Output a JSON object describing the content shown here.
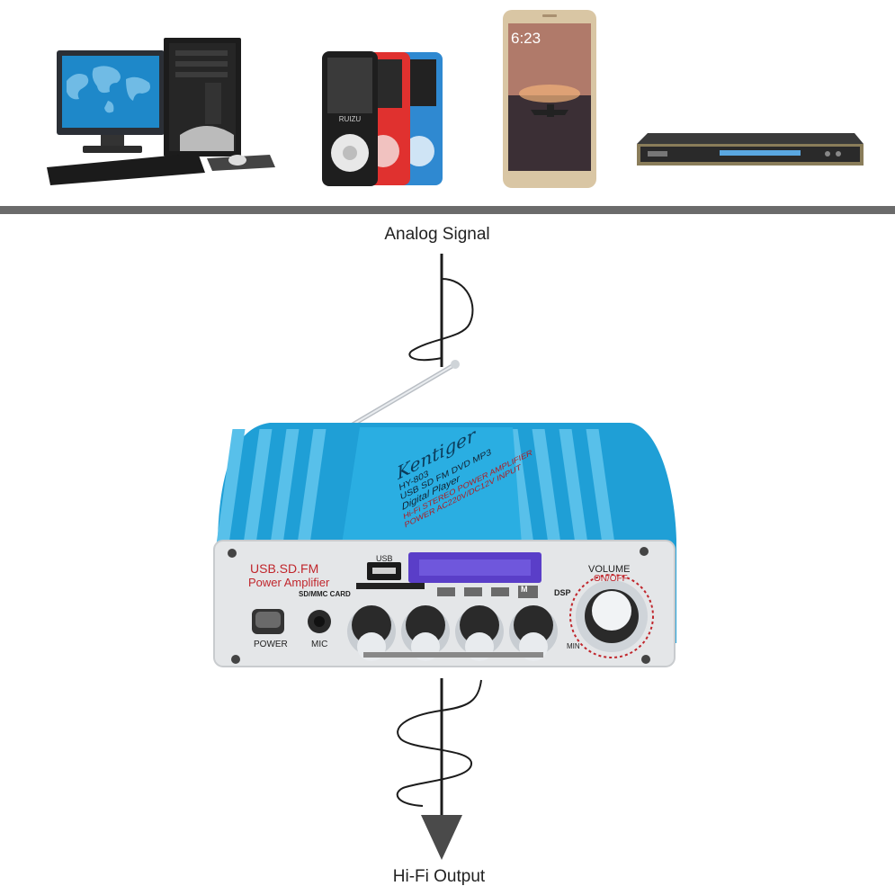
{
  "labels": {
    "input_signal": "Analog Signal",
    "output_signal": "Hi-Fi Output"
  },
  "sources": [
    {
      "name": "computer"
    },
    {
      "name": "mp3-player"
    },
    {
      "name": "smartphone"
    },
    {
      "name": "dvd-player"
    }
  ],
  "phone_screen": {
    "time": "6:23"
  },
  "amplifier": {
    "brand": "Kentiger",
    "model": "HY-803",
    "top_line1": "USB SD FM DVD MP3",
    "top_line2": "Digital Player",
    "top_line3": "Hi-Fi STEREO POWER AMPLIFIER",
    "top_line4": "POWER AC220V/DC12V INPUT",
    "front_title1": "USB.SD.FM",
    "front_title2": "Power Amplifier",
    "card_label": "SD/MMC CARD",
    "usb_label": "USB",
    "power_label": "POWER",
    "mic_label": "MIC",
    "dsp_label": "DSP",
    "volume_label": "VOLUME",
    "onoff_label": "ON/OFF",
    "min_label": "MIN",
    "mode_button": "M"
  },
  "colors": {
    "amp_blue": "#1f9fd6",
    "panel_silver": "#e4e6e8",
    "accent_red": "#c0262c",
    "display_purple": "#5a3ec8",
    "divider_gray": "#6b6b6b"
  }
}
